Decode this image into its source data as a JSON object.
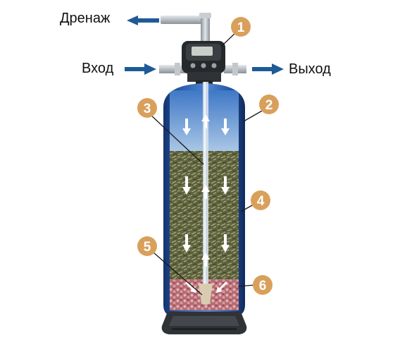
{
  "labels": {
    "drain": "Дренаж",
    "inlet": "Вход",
    "outlet": "Выход"
  },
  "callouts": [
    "1",
    "2",
    "3",
    "4",
    "5",
    "6"
  ],
  "colors": {
    "callout": "#d9a05c",
    "arrow": "#1f5a97",
    "tank": "#2458a8",
    "water": "#8fb3da",
    "media": "#6b6e45",
    "gravel": "#c78287",
    "base": "#2f3236"
  }
}
